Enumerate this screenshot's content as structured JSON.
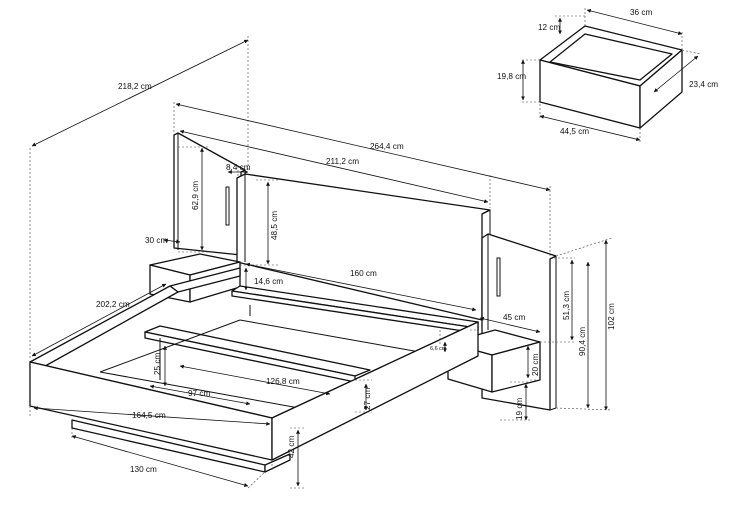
{
  "diagram": {
    "labels": {
      "bed_depth": "218,2 cm",
      "total_width": "264,4 cm",
      "headboard_panel_width": "211,2 cm",
      "headboard_offset": "8,4 cm",
      "side_panel_height": "62,9 cm",
      "panel_height": "48,5 cm",
      "nightstand_depth_left": "30 cm",
      "frame_length": "202,2 cm",
      "shelf_width": "160 cm",
      "shelf_gap": "14,6 cm",
      "frame_height_inner": "25 cm",
      "inner_width": "97 cm",
      "inner_length": "126,8 cm",
      "frame_width": "164,5 cm",
      "frame_height": "27 cm",
      "base_width": "130 cm",
      "leg_height": "42 cm",
      "nightstand_width": "45 cm",
      "nightstand_thickness": "6,6 cm",
      "nightstand_height": "20 cm",
      "nightstand_floor_gap": "19 cm",
      "headboard_height": "51,3 cm",
      "headboard_total": "90,4 cm",
      "total_height": "102 cm",
      "drawer_width_top": "36 cm",
      "drawer_inner": "12 cm",
      "drawer_height": "19,8 cm",
      "drawer_depth": "23,4 cm",
      "drawer_width": "44,5 cm"
    }
  }
}
